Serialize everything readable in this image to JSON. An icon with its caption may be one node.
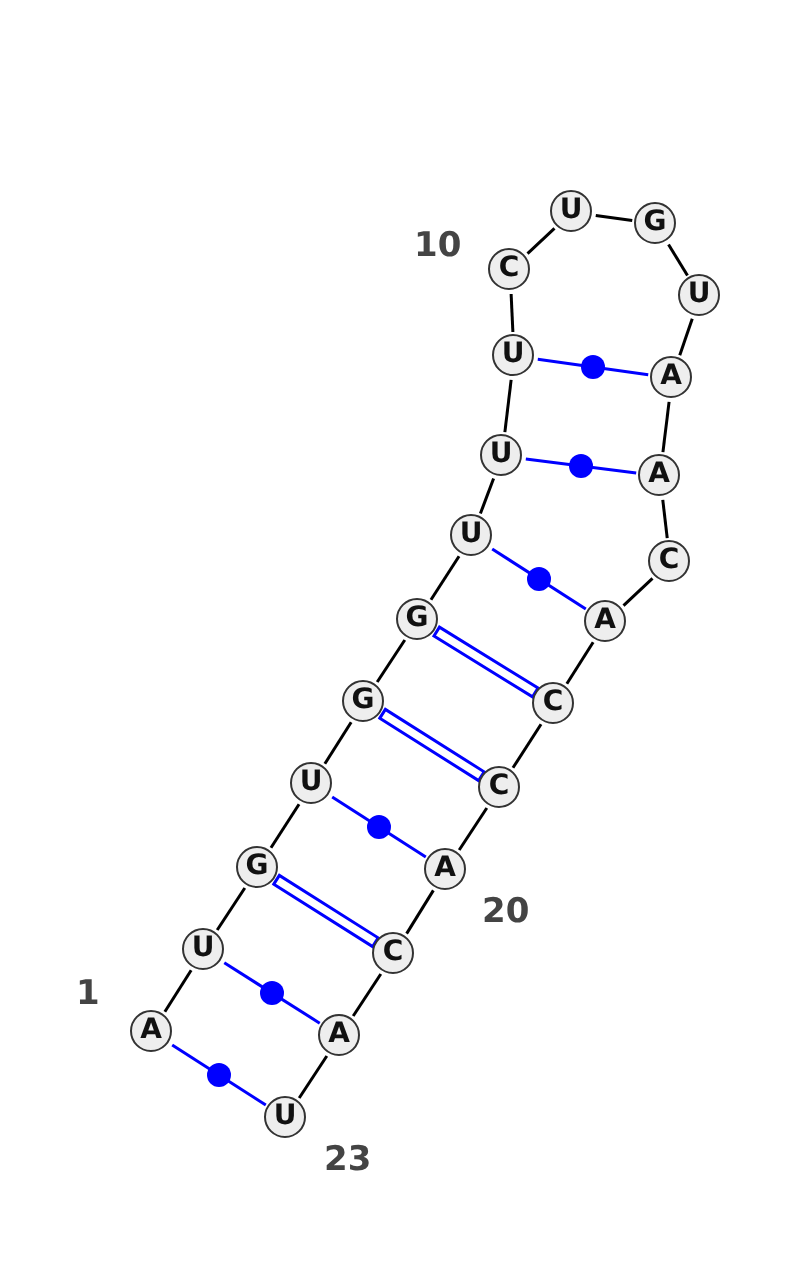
{
  "diagram": {
    "nodes": [
      {
        "text": [
          "A"
        ]
      },
      {
        "text": [
          "U"
        ]
      },
      {
        "text": [
          "G"
        ]
      },
      {
        "text": [
          "U"
        ]
      },
      {
        "text": [
          "G"
        ]
      },
      {
        "text": [
          "G"
        ]
      },
      {
        "text": [
          "U"
        ]
      },
      {
        "text": [
          "U"
        ]
      },
      {
        "text": [
          "U"
        ]
      },
      {
        "text": [
          "C"
        ]
      },
      {
        "text": [
          "U"
        ]
      },
      {
        "text": [
          "G"
        ]
      },
      {
        "text": [
          "U"
        ]
      },
      {
        "text": [
          "A"
        ]
      },
      {
        "text": [
          "A"
        ]
      },
      {
        "text": [
          "C"
        ]
      },
      {
        "text": [
          "A"
        ]
      },
      {
        "text": [
          "C"
        ]
      },
      {
        "text": [
          "C"
        ]
      },
      {
        "text": [
          "A"
        ]
      },
      {
        "text": [
          "C"
        ]
      },
      {
        "text": [
          "A"
        ]
      },
      {
        "text": [
          "U"
        ]
      }
    ],
    "edges": [
      {
        "from": 0,
        "to": 1,
        "arrow": "none"
      },
      {
        "from": 1,
        "to": 2,
        "arrow": "none"
      },
      {
        "from": 2,
        "to": 3,
        "arrow": "none"
      },
      {
        "from": 3,
        "to": 4,
        "arrow": "none"
      },
      {
        "from": 4,
        "to": 5,
        "arrow": "none"
      },
      {
        "from": 5,
        "to": 6,
        "arrow": "none"
      },
      {
        "from": 6,
        "to": 7,
        "arrow": "none"
      },
      {
        "from": 7,
        "to": 8,
        "arrow": "none"
      },
      {
        "from": 8,
        "to": 9,
        "arrow": "none"
      },
      {
        "from": 9,
        "to": 10,
        "arrow": "none"
      },
      {
        "from": 10,
        "to": 11,
        "arrow": "none"
      },
      {
        "from": 11,
        "to": 12,
        "arrow": "none"
      },
      {
        "from": 12,
        "to": 13,
        "arrow": "none"
      },
      {
        "from": 13,
        "to": 14,
        "arrow": "none"
      },
      {
        "from": 14,
        "to": 15,
        "arrow": "none"
      },
      {
        "from": 15,
        "to": 16,
        "arrow": "none"
      },
      {
        "from": 16,
        "to": 17,
        "arrow": "none"
      },
      {
        "from": 17,
        "to": 18,
        "arrow": "none"
      },
      {
        "from": 18,
        "to": 19,
        "arrow": "none"
      },
      {
        "from": 19,
        "to": 20,
        "arrow": "none"
      },
      {
        "from": 20,
        "to": 21,
        "arrow": "none"
      },
      {
        "from": 21,
        "to": 22,
        "arrow": "none"
      },
      {
        "from": 0,
        "to": 22,
        "arrow": "none",
        "color": "#0000ff"
      },
      {
        "from": 1,
        "to": 21,
        "arrow": "none",
        "color": "#0000ff"
      },
      {
        "from": 2,
        "to": 20,
        "arrow": "none",
        "color": "#0000ff"
      },
      {
        "from": 3,
        "to": 19,
        "arrow": "none",
        "color": "#0000ff"
      },
      {
        "from": 4,
        "to": 18,
        "arrow": "none",
        "color": "#0000ff"
      },
      {
        "from": 5,
        "to": 17,
        "arrow": "none",
        "color": "#0000ff"
      },
      {
        "from": 6,
        "to": 16,
        "arrow": "none",
        "color": "#0000ff"
      },
      {
        "from": 7,
        "to": 14,
        "arrow": "none",
        "color": "#0000ff"
      },
      {
        "from": 8,
        "to": 13,
        "arrow": "none",
        "color": "#0000ff"
      }
    ],
    "labels": [
      "10",
      "1",
      "20",
      "23"
    ]
  }
}
